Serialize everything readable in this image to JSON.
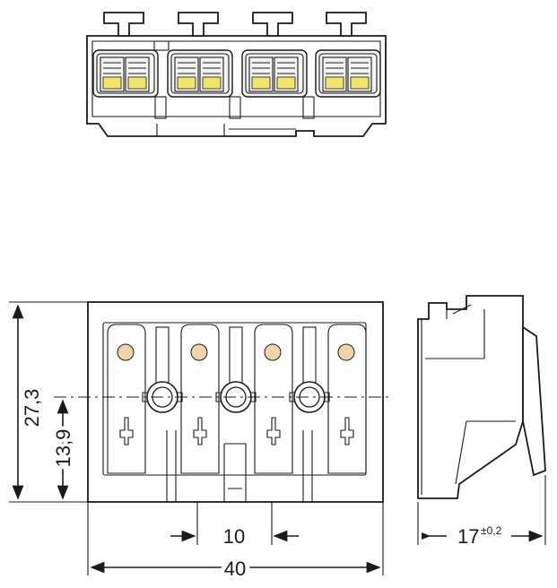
{
  "dimensions": {
    "height_total": "27,3",
    "height_center": "13,9",
    "pitch": "10",
    "width": "40",
    "depth": "17",
    "depth_tolerance": "±0,2"
  },
  "colors": {
    "release_tab": "#f2e36b",
    "contact_dot": "#f3d4a8",
    "line": "#1a1a1a"
  }
}
